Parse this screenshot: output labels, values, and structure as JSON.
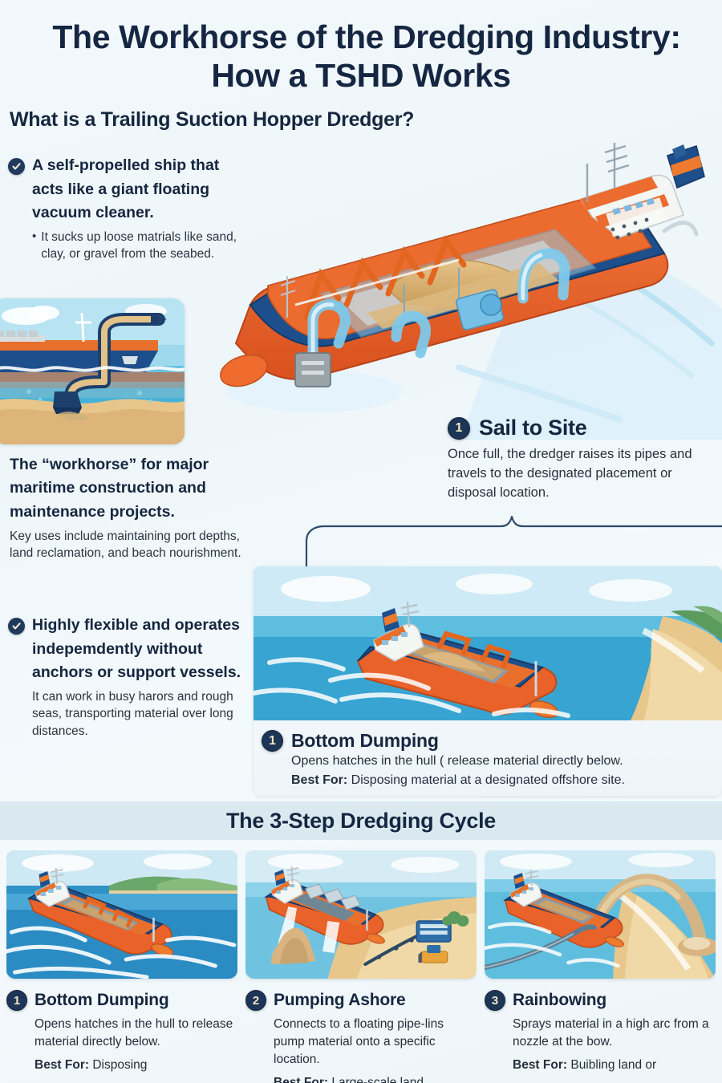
{
  "header": {
    "title_line1": "The Workhorse of the Dredging Industry:",
    "title_line2": "How a TSHD Works",
    "section_question": "What is a Trailing Suction Hopper Dredger?"
  },
  "left_column": {
    "bullet1": {
      "heading": "A self-propelled ship that acts like a giant floating vacuum cleaner.",
      "sub_items": [
        "It sucks up loose matrials like sand, clay, or gravel from the seabed."
      ]
    },
    "workhorse": {
      "heading": "The “workhorse” for major maritime construction and maintenance projects.",
      "sub": "Key uses include maintaining port depths, land reclamation, and beach nourishment."
    },
    "bullet2": {
      "heading": "Highly flexible and operates indepemdently without anchors or support vessels.",
      "sub_items": [
        "It can work in busy harors and rough seas, transporting material over long distances."
      ]
    }
  },
  "sail_step": {
    "number": "1",
    "title": "Sail to Site",
    "body": "Once full, the dredger raises its pipes and travels to the designated placement or disposal location."
  },
  "dump_card": {
    "number": "1",
    "title": "Bottom Dumping",
    "line1": "Opens hatches in the hull ( release material directly below.",
    "best_label": "Best For:",
    "best_text": " Disposing material at a designated offshore site."
  },
  "cycle": {
    "band_title": "The 3-Step Dredging Cycle",
    "cards": [
      {
        "number": "1",
        "name": "Bottom Dumping",
        "desc": "Opens hatches in the hull to release material directly below.",
        "best_label": "Best For:",
        "best_text": " Disposing"
      },
      {
        "number": "2",
        "name": "Pumping Ashore",
        "desc": "Connects to a floating pipe-lins pump material onto a specific location.",
        "best_label": "Best For:",
        "best_text": " Large-scale land"
      },
      {
        "number": "3",
        "name": "Rainbowing",
        "desc": "Sprays material in a high arc from a nozzle at the bow.",
        "best_label": "Best For:",
        "best_text": " Buibling land or"
      }
    ]
  },
  "icons": {
    "check": "check-circle-icon"
  },
  "colors": {
    "title_navy": "#152642",
    "badge_navy": "#1d3557",
    "band_blue": "#d9e9ef",
    "hull_orange": "#e8622a",
    "hull_blue": "#1d4f8c",
    "sand": "#d9b077",
    "sea": "#2f9ccb",
    "page_bg": "#eef6fa"
  }
}
